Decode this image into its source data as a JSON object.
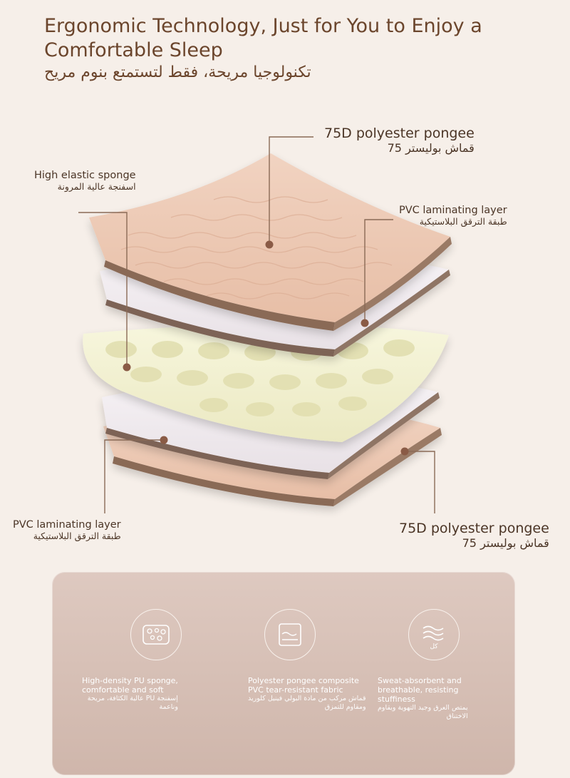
{
  "title": {
    "line1": "Ergonomic Technology, Just for You to Enjoy a",
    "line2": "Comfortable Sleep",
    "arabic": "تكنولوجيا مريحة، فقط لتستمتع بنوم مريح"
  },
  "labels": {
    "top_pongee": {
      "en": "75D polyester pongee",
      "ar": "قماش بوليستر 75"
    },
    "sponge": {
      "en": "High elastic sponge",
      "ar": "اسفنجة عالية المرونة"
    },
    "pvc_top": {
      "en": "PVC laminating layer",
      "ar": "طبقة الترقق البلاستيكية"
    },
    "pvc_bottom": {
      "en": "PVC laminating layer",
      "ar": "طبقة الترقق البلاستيكية"
    },
    "bottom_pongee": {
      "en": "75D polyester pongee",
      "ar": "قماش بوليستر 75"
    }
  },
  "features": [
    {
      "icon": "sponge-icon",
      "line1": "High-density PU sponge,",
      "line2": "comfortable and soft",
      "ar1": "إسفنجة PU عالية الكثافة، مريحة",
      "ar2": "وناعمة"
    },
    {
      "icon": "fabric-icon",
      "line1": "Polyester pongee composite",
      "line2": "PVC tear-resistant fabric",
      "ar1": "قماش مركب من مادة البولي فينيل كلوريد",
      "ar2": "ومقاوم للتمزق"
    },
    {
      "icon": "wave-airflow-icon",
      "icon_text": "كل",
      "line1": "Sweat-absorbent and",
      "line2": "breathable, resisting",
      "line3": "stuffiness",
      "ar1": "يمتص العرق وجيد التهوية ويقاوم",
      "ar2": "الاختناق"
    }
  ],
  "colors": {
    "background": "#f6efe9",
    "title": "#6b452c",
    "pongee_fill": "#ecc8b3",
    "pvc_fill": "#efeaf0",
    "sponge_fill": "#f1f0cf",
    "edge": "#8a6a56",
    "card": "#d6bfb5"
  }
}
